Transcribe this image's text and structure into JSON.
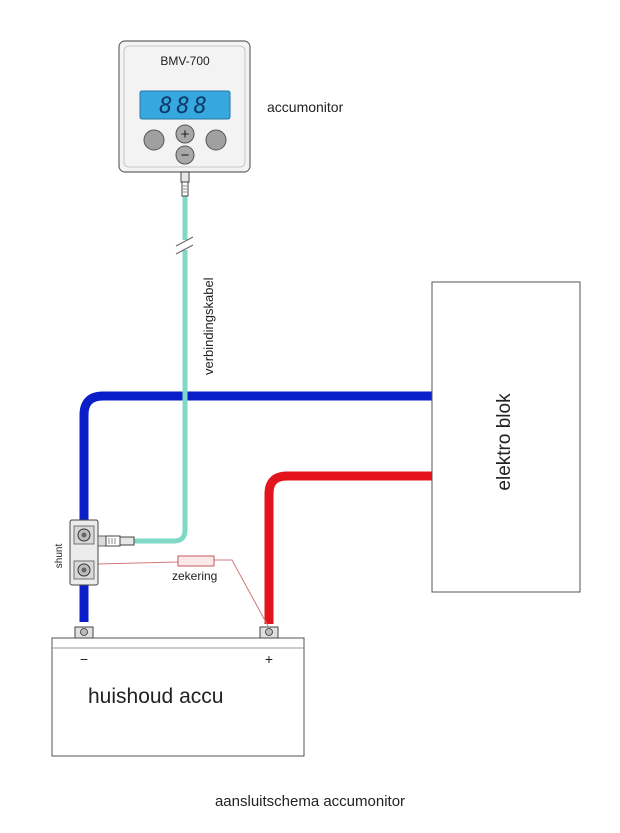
{
  "monitor": {
    "model": "BMV-700",
    "display": "888",
    "plus_symbol": "+",
    "minus_symbol": "−",
    "label": "accumonitor"
  },
  "cable_label": "verbindingskabel",
  "shunt_label": "shunt",
  "fuse_label": "zekering",
  "elektro_blok_label": "elektro blok",
  "battery": {
    "label": "huishoud accu",
    "negative_symbol": "−",
    "positive_symbol": "+"
  },
  "caption": "aansluitschema accumonitor",
  "colors": {
    "negative_wire": "#0a1fc8",
    "positive_wire": "#e3141b",
    "data_cable": "#7fd9c6",
    "display_bg": "#37a8df",
    "fuse_wire": "#d07a7a"
  }
}
